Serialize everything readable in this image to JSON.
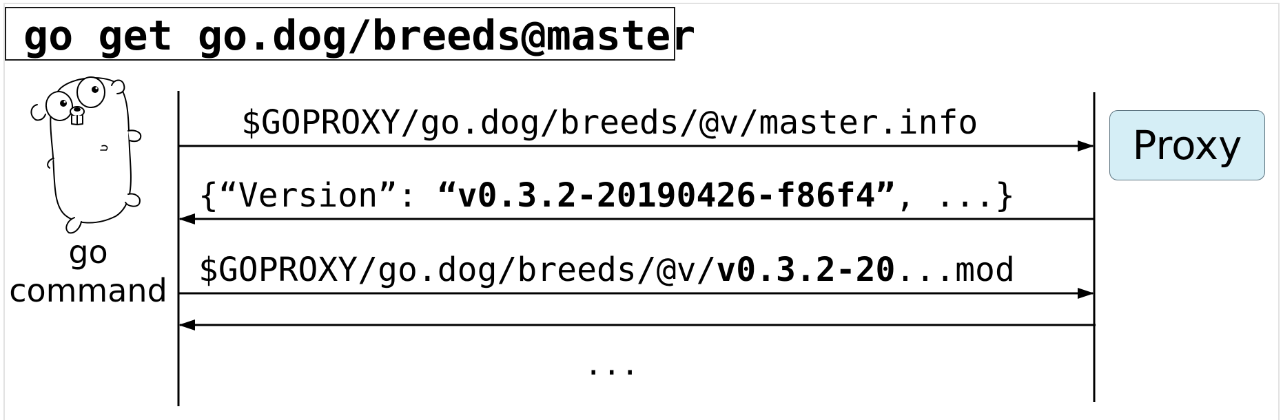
{
  "title": "go get go.dog/breeds@master",
  "client": {
    "label_line1": "go",
    "label_line2": "command"
  },
  "server": {
    "label": "Proxy",
    "fill_color": "#d5eef6"
  },
  "messages": [
    {
      "direction": "to-proxy",
      "text": "$GOPROXY/go.dog/breeds/@v/master.info"
    },
    {
      "direction": "to-client",
      "pre": "{“Version”: ",
      "bold": "“v0.3.2-20190426-f86f4”",
      "post": ", ...}"
    },
    {
      "direction": "to-proxy",
      "pre": "$GOPROXY/go.dog/breeds/@v/",
      "bold": "v0.3.2-20",
      "post": "...mod"
    },
    {
      "direction": "to-client",
      "text": ""
    }
  ],
  "continuation": "..."
}
